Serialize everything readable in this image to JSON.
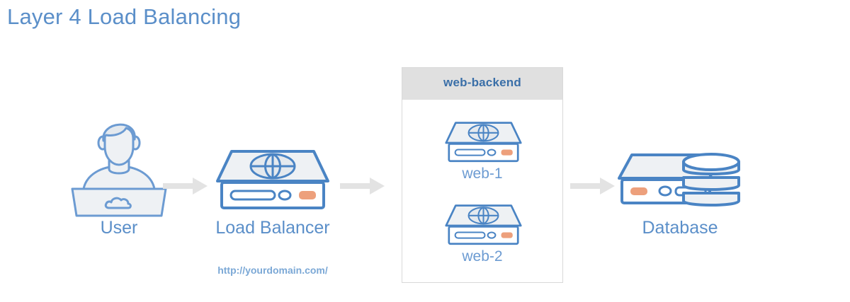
{
  "page": {
    "title": "Layer 4 Load Balancing",
    "background_color": "#ffffff"
  },
  "colors": {
    "title_blue": "#5b8fc9",
    "label_blue": "#5b8fc9",
    "header_text_blue": "#3a6fa8",
    "url_blue": "#7ba8d6",
    "icon_stroke": "#5b8fc9",
    "icon_fill": "#eef1f4",
    "accent_orange": "#eda07c",
    "arrow_grey": "#e3e3e3",
    "group_header_grey": "#e0e0e0",
    "group_border_grey": "#d9d9d9"
  },
  "nodes": {
    "user": {
      "label": "User",
      "icon": "user-laptop-icon"
    },
    "load_balancer": {
      "label": "Load Balancer",
      "url": "http://yourdomain.com/",
      "icon": "server-globe-icon"
    },
    "backend_group": {
      "title": "web-backend",
      "servers": [
        {
          "label": "web-1",
          "icon": "server-globe-icon"
        },
        {
          "label": "web-2",
          "icon": "server-globe-icon"
        }
      ]
    },
    "database": {
      "label": "Database",
      "icon": "database-server-icon"
    }
  },
  "arrows": [
    {
      "name": "arrow-user-to-load-balancer",
      "from": "user",
      "to": "load_balancer"
    },
    {
      "name": "arrow-load-balancer-to-backend",
      "from": "load_balancer",
      "to": "backend_group"
    },
    {
      "name": "arrow-backend-to-database",
      "from": "backend_group",
      "to": "database"
    }
  ]
}
